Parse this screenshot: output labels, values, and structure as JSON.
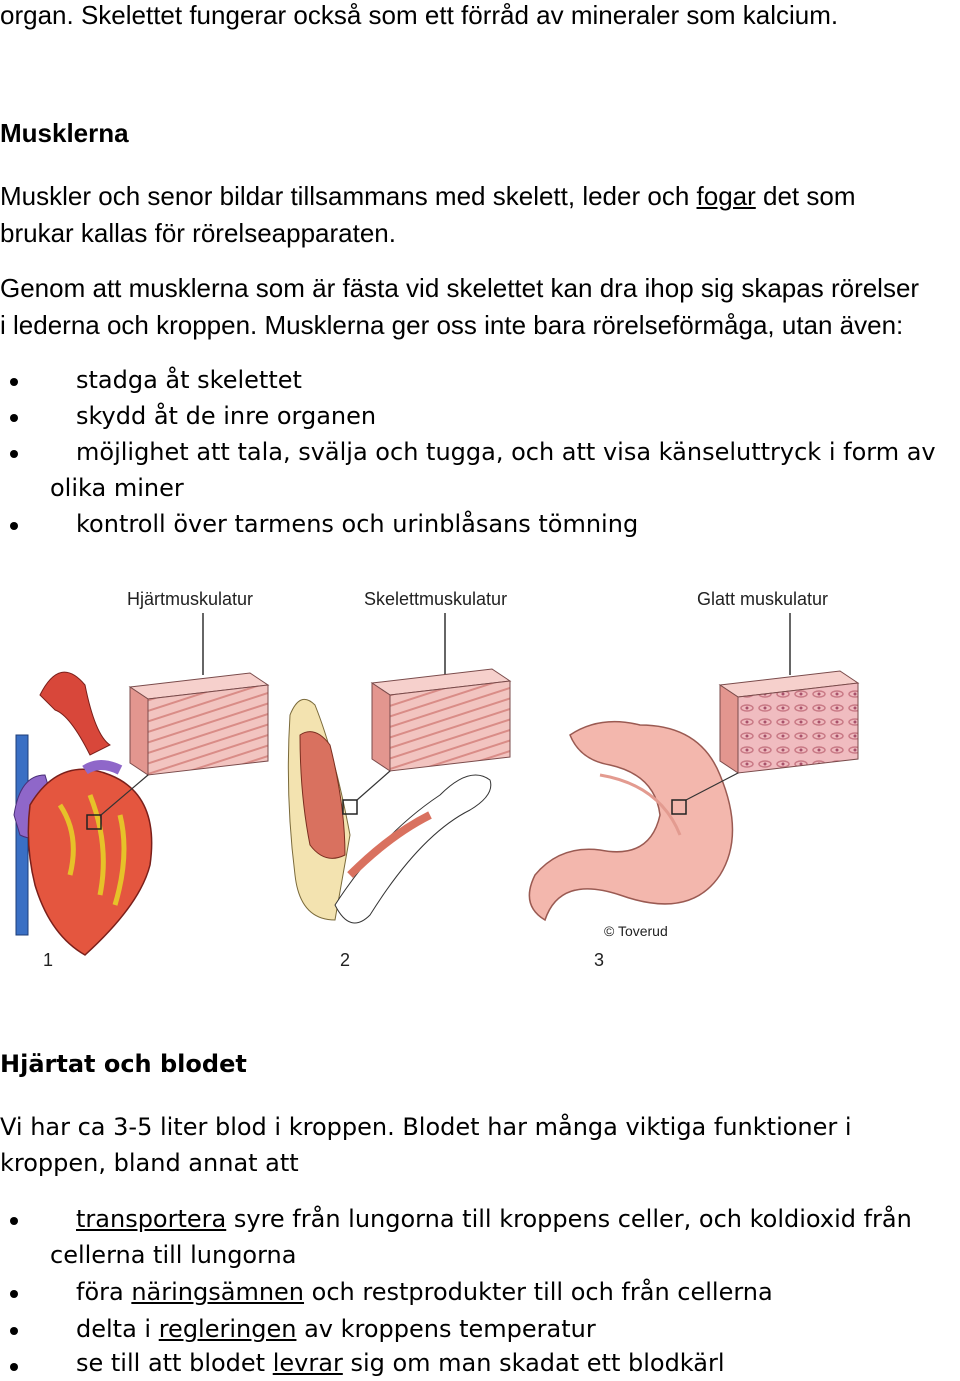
{
  "intro": {
    "line1": "organ. Skelettet fungerar också som ett förråd av mineraler som kalcium."
  },
  "musklerna": {
    "heading": "Musklerna",
    "p1_a": "Muskler och senor bildar tillsammans med skelett, leder och ",
    "p1_link": "fogar",
    "p1_b": " det som",
    "p1_line2": "brukar kallas för rörelseapparaten.",
    "p2_line1": "Genom att musklerna som är fästa vid skelettet kan dra ihop sig skapas rörelser",
    "p2_line2": "i lederna och kroppen. Musklerna ger oss inte bara rörelseförmåga, utan även:",
    "bullets": [
      "stadga åt skelettet",
      "skydd åt de inre organen",
      "möjlighet att tala, svälja och tugga, och att visa känseluttryck i form av",
      "kontroll över tarmens och urinblåsans tömning"
    ],
    "bullet3_cont": "olika miner"
  },
  "figure": {
    "labels": [
      "Hjärtmuskulatur",
      "Skelettmuskulatur",
      "Glatt muskulatur"
    ],
    "numbers": [
      "1",
      "2",
      "3"
    ],
    "credit": "© Toverud",
    "colors": {
      "tissue": "#e8a3a0",
      "heart_red": "#d8473a",
      "vessel_blue": "#3a6fc4",
      "vessel_purple": "#8f67c9",
      "fat_yellow": "#e6c229",
      "stomach": "#f3b7ad"
    }
  },
  "hjartat": {
    "heading": "Hjärtat och blodet",
    "p1_line1": "Vi har ca 3-5 liter blod i kroppen. Blodet har många viktiga funktioner i",
    "p1_line2": "kroppen, bland annat att",
    "b1_link": "transportera",
    "b1_rest": " syre från lungorna till kroppens celler, och koldioxid från",
    "b1_cont": "cellerna till lungorna",
    "b2_a": "föra ",
    "b2_link": "näringsämnen",
    "b2_b": " och restprodukter till och från cellerna",
    "b3_a": "delta i ",
    "b3_link": "regleringen",
    "b3_b": " av kroppens temperatur",
    "b4_a": "se till att blodet ",
    "b4_link": "levrar",
    "b4_b": " sig om man skadat ett blodkärl"
  }
}
